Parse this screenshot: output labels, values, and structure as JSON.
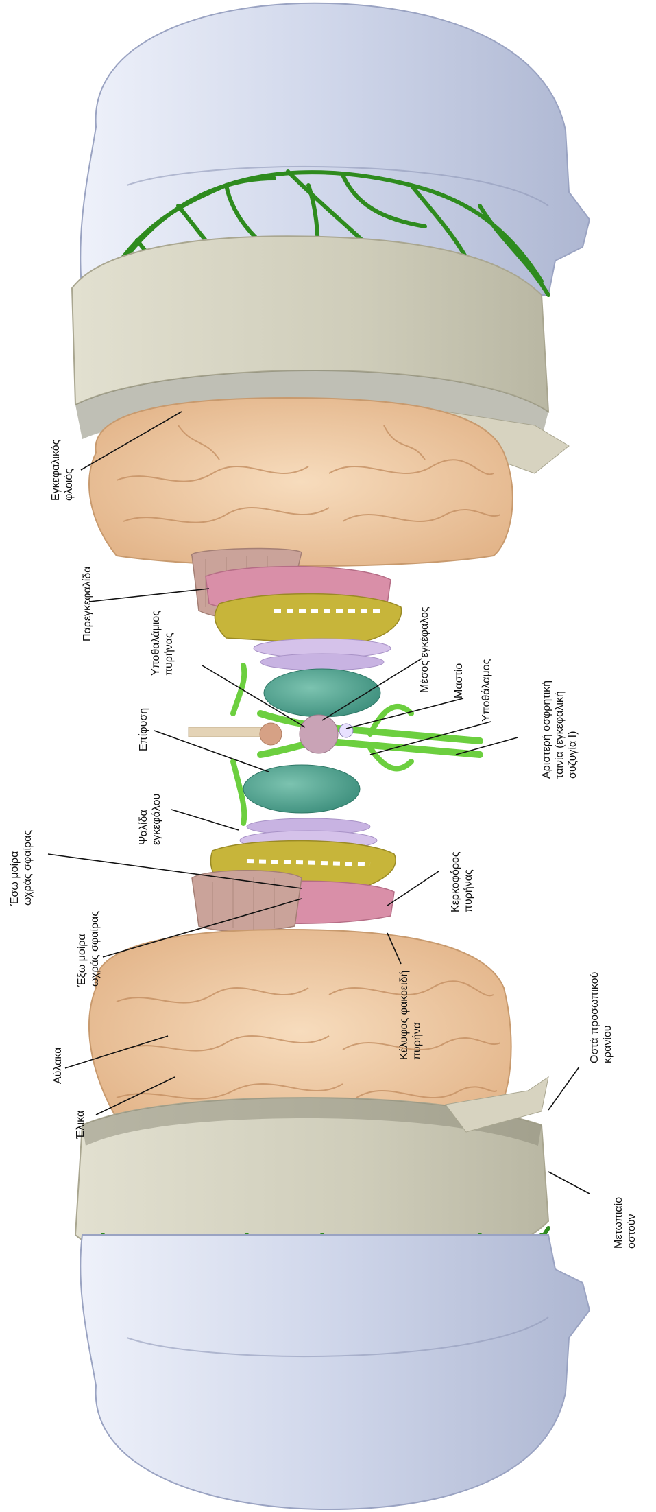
{
  "labels": {
    "cortex": [
      "Εγκεφαλικός",
      "φλοιός"
    ],
    "cerebellum": [
      "Παρεγκεφαλίδα"
    ],
    "hypothalamic_nucleus": [
      "Υποθαλάμιος",
      "πυρήνας"
    ],
    "midbrain": [
      "Μέσος  εγκέφαλος"
    ],
    "mammillary": [
      "Μαστίο"
    ],
    "hypothalamus": [
      "Υποθάλαμος"
    ],
    "olfactory": [
      "Αριστερή οσφρητική",
      "ταινία  (εγκεφαλική",
      "συζυγία  Ι)"
    ],
    "pineal": [
      "Επίφυση"
    ],
    "fornix": [
      "Ψαλίδα",
      "εγκεφάλου"
    ],
    "globus_inner": [
      "Έσω μοίρα",
      "ωχράς σφαίρας"
    ],
    "globus_outer": [
      "Έξω μοίρα",
      "ωχράς σφαίρας"
    ],
    "caudate": [
      "Κερκοφόρος",
      "πυρήνας"
    ],
    "lentiform": [
      "Κέλυφος φακοειδή",
      "πυρήνα"
    ],
    "sulcus": [
      "Αύλακα"
    ],
    "gyrus": [
      "Έλικα"
    ],
    "facial_bones": [
      "Οστά  προσωπικού",
      "κρανίου"
    ],
    "frontal_bone": [
      "Μετωπιαίο",
      "οστούν"
    ]
  },
  "colors": {
    "background": "#ffffff",
    "head_shell": "#c9d0e6",
    "vessels": "#2e8b1e",
    "skull": "#cfcdb8",
    "brain": "#f0c9a0",
    "cerebellum": "#caa39a",
    "putamen": "#d98fa8",
    "caudate": "#c7b53a",
    "globus_pallidus": "#cdb9e3",
    "thalamus": "#4fa593",
    "limbic": "#6ccf3f",
    "pineal": "#d6a185",
    "label_text": "#111111"
  }
}
